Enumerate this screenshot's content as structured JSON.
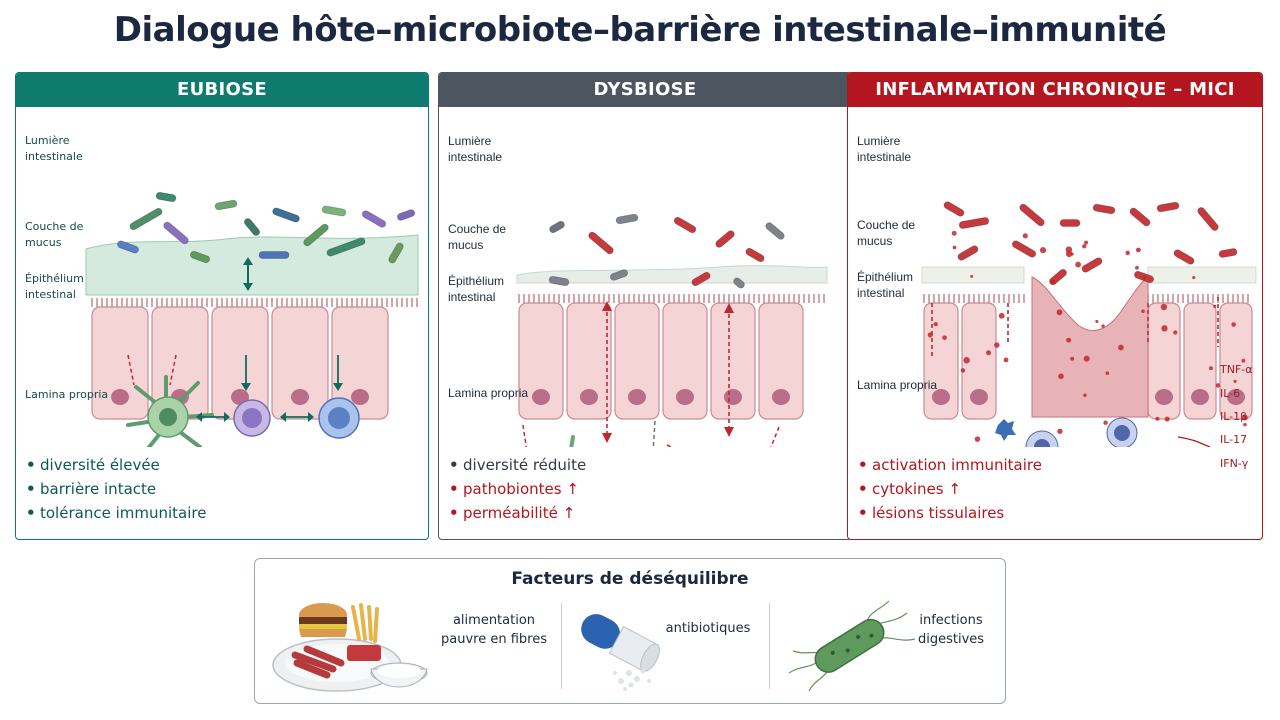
{
  "title": "Dialogue hôte–microbiote–barrière intestinale–immunité",
  "colors": {
    "eubiose": "#0f7a6e",
    "dysbiose": "#4d5560",
    "inflammation": "#b3161f",
    "bullet_teal": "#0d5a50",
    "bullet_red": "#b3161f"
  },
  "panels": {
    "eubiose": {
      "header": "EUBIOSE",
      "labels": {
        "lumen": "Lumière intestinale",
        "mucus": "Couche de mucus",
        "epithelium": "Épithélium intestinal",
        "lamina": "Lamina propria"
      },
      "bullets": [
        "diversité élevée",
        "barrière intacte",
        "tolérance immunitaire"
      ]
    },
    "dysbiose": {
      "header": "DYSBIOSE",
      "labels": {
        "lumen": "Lumière intestinale",
        "mucus": "Couche de mucus",
        "epithelium": "Épithélium intestinal",
        "lamina": "Lamina propria"
      },
      "bullets": [
        "diversité réduite",
        "pathobiontes ↑",
        "perméabilité ↑"
      ]
    },
    "inflammation": {
      "header": "INFLAMMATION CHRONIQUE – MICI",
      "labels": {
        "lumen": "Lumière intestinale",
        "mucus": "Couche de mucus",
        "epithelium": "Épithélium intestinal",
        "lamina": "Lamina propria"
      },
      "cytokines": [
        "TNF-α",
        "IL-6",
        "IL-1β",
        "IL-17",
        "IFN-γ"
      ],
      "bullets": [
        "activation immunitaire",
        "cytokines ↑",
        "lésions tissulaires"
      ]
    }
  },
  "factors": {
    "title": "Facteurs de déséquilibre",
    "items": [
      {
        "label_1": "alimentation",
        "label_2": "pauvre en fibres",
        "icon": "food-plate-icon"
      },
      {
        "label_1": "antibiotiques",
        "icon": "capsule-icon"
      },
      {
        "label_1": "infections",
        "label_2": "digestives",
        "icon": "bacterium-icon"
      }
    ]
  }
}
